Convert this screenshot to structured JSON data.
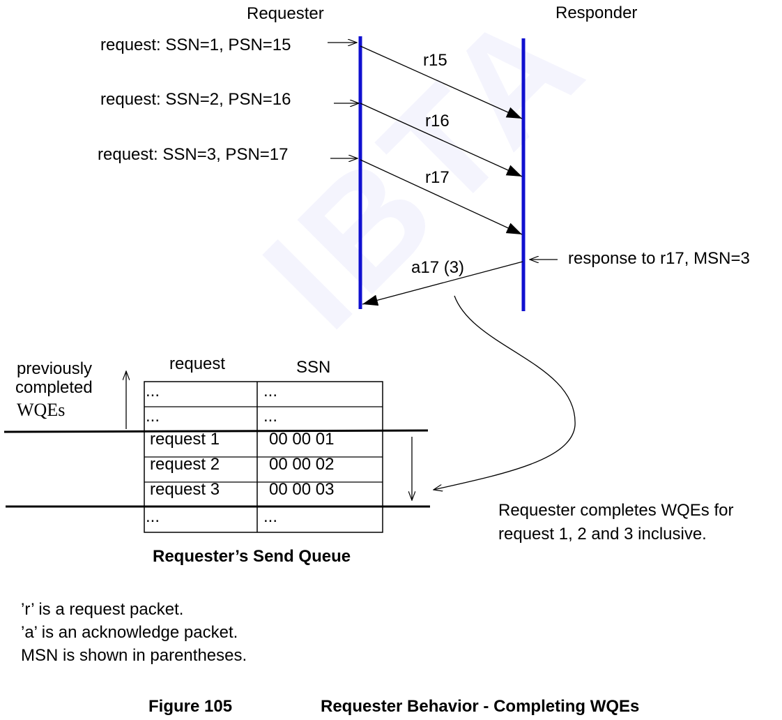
{
  "actors": {
    "requester": "Requester",
    "responder": "Responder"
  },
  "requests": [
    {
      "label": "request: SSN=1, PSN=15",
      "packet": "r15"
    },
    {
      "label": "request: SSN=2, PSN=16",
      "packet": "r16"
    },
    {
      "label": "request: SSN=3, PSN=17",
      "packet": "r17"
    }
  ],
  "response": {
    "label": "response to r17, MSN=3",
    "packet": "a17 (3)"
  },
  "queue": {
    "col_request": "request",
    "col_ssn": "SSN",
    "rows": [
      {
        "request": "...",
        "ssn": "..."
      },
      {
        "request": "...",
        "ssn": "..."
      },
      {
        "request": "request 1",
        "ssn": "00 00 01"
      },
      {
        "request": "request 2",
        "ssn": "00 00 02"
      },
      {
        "request": "request 3",
        "ssn": "00 00 03"
      },
      {
        "request": "...",
        "ssn": "..."
      }
    ],
    "caption": "Requester’s Send Queue",
    "previously_completed": [
      "previously",
      "completed",
      "WQEs"
    ],
    "completes_note": [
      "Requester completes WQEs for",
      "request 1, 2 and 3 inclusive."
    ]
  },
  "legend": [
    "’r’ is a request packet.",
    "’a’ is an acknowledge packet.",
    "MSN is shown in parentheses."
  ],
  "figure": {
    "number": "Figure 105",
    "title": "Requester Behavior - Completing WQEs"
  },
  "watermark": "IBTA",
  "colors": {
    "lifeline": "#1010d0"
  }
}
